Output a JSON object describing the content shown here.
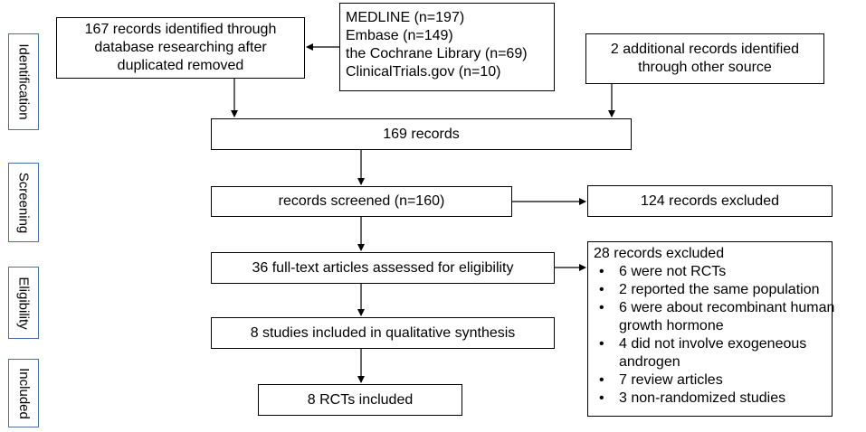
{
  "stages": {
    "identification": "Identification",
    "screening": "Screening",
    "eligibility": "Eligibility",
    "included": "Included"
  },
  "boxes": {
    "database_records": [
      "167 records identified through",
      "database researching after",
      "duplicated removed"
    ],
    "sources": [
      "MEDLINE (n=197)",
      "Embase (n=149)",
      "the Cochrane Library (n=69)",
      "ClinicalTrials.gov (n=10)"
    ],
    "additional_records": [
      "2 additional records identified",
      "through other source"
    ],
    "total_records": "169 records",
    "screened": "records screened (n=160)",
    "screen_excluded": "124 records excluded",
    "full_text": "36 full-text articles assessed for eligibility",
    "qualitative": "8 studies included in qualitative synthesis",
    "rcts_included": "8 RCTs included"
  },
  "exclusions": {
    "header": "28 records excluded",
    "reasons": [
      [
        "6 were not RCTs"
      ],
      [
        "2 reported the same population"
      ],
      [
        "6 were about recombinant human",
        "growth hormone"
      ],
      [
        "4 did not involve exogeneous",
        "androgen"
      ],
      [
        "7 review articles"
      ],
      [
        "3 non-randomized studies"
      ]
    ]
  }
}
